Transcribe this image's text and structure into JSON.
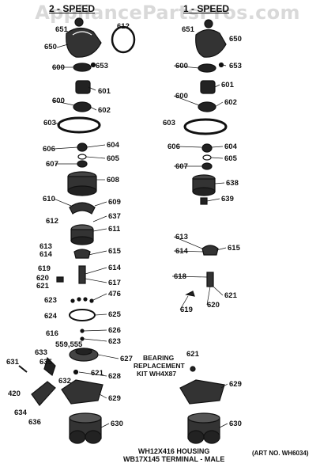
{
  "watermark": "AppliancePartsPros.com",
  "headers": {
    "left": "2 - SPEED",
    "right": "1 - SPEED"
  },
  "labels": {
    "left": [
      "651",
      "612",
      "650",
      "600",
      "653",
      "601",
      "600",
      "602",
      "603",
      "606",
      "604",
      "605",
      "607",
      "608",
      "610",
      "609",
      "637",
      "611",
      "612",
      "613",
      "614",
      "615",
      "614",
      "619",
      "620",
      "617",
      "621",
      "476",
      "623",
      "624",
      "625",
      "616",
      "626",
      "623",
      "559,555",
      "633",
      "635",
      "627",
      "631",
      "621",
      "628",
      "632",
      "629",
      "420",
      "634",
      "630",
      "636"
    ],
    "right": [
      "651",
      "650",
      "600",
      "653",
      "601",
      "600",
      "602",
      "603",
      "606",
      "604",
      "605",
      "607",
      "638",
      "639",
      "613",
      "614",
      "615",
      "618",
      "621",
      "619",
      "620",
      "621",
      "629",
      "630"
    ]
  },
  "callout": {
    "line1": "BEARING",
    "line2": "REPLACEMENT",
    "line3": "KIT WH4X87"
  },
  "housing": {
    "line1": "WH12X416 HOUSING",
    "line2": "WB17X145 TERMINAL - MALE"
  },
  "art_no": "(ART NO. WH6034)"
}
